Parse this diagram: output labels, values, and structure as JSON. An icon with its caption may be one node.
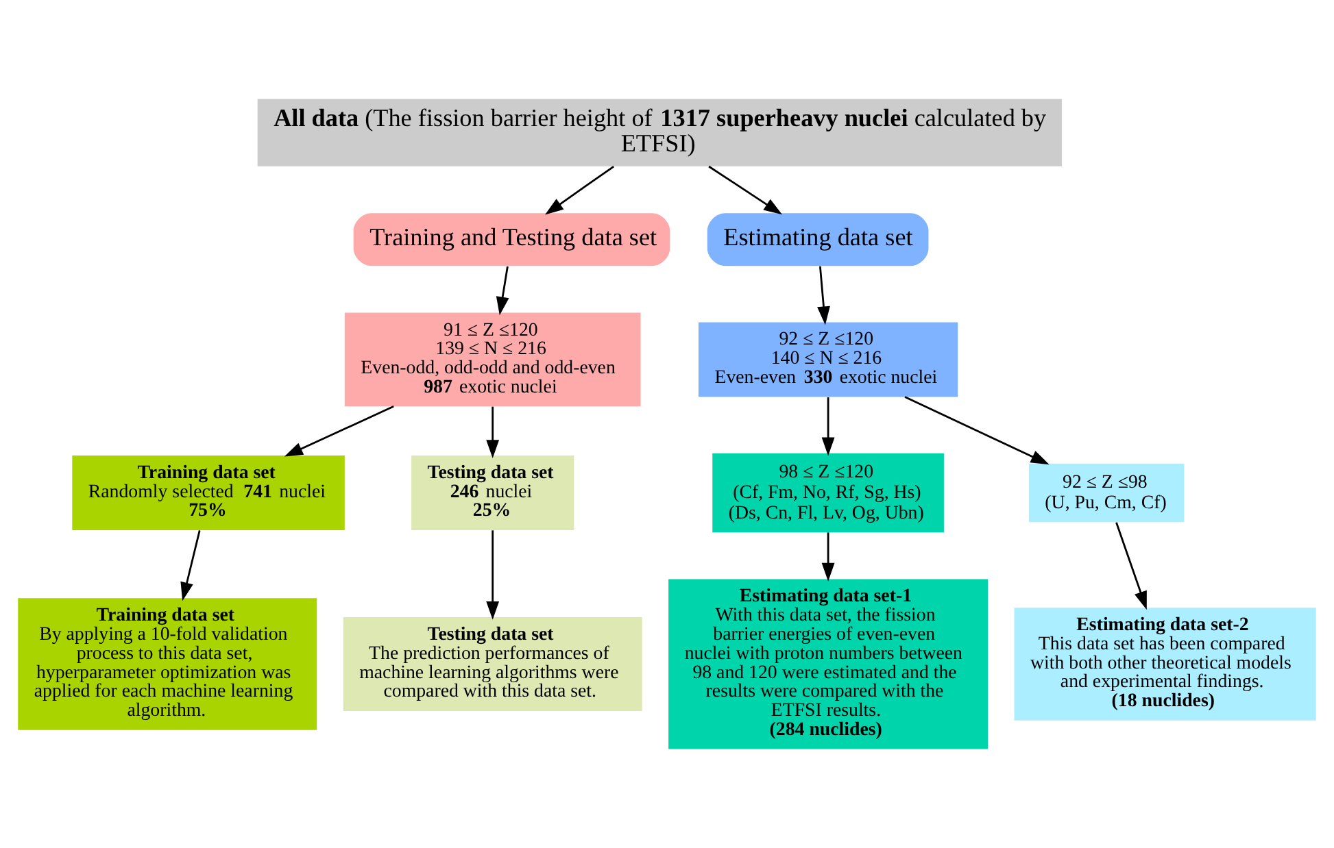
{
  "diagram": {
    "nodes": [
      {
        "text": [
          "**All data** (The fission barrier height of **1317 superheavy nuclei** calculated by ETFSI)"
        ]
      },
      {
        "text": [
          "Training and Testing data set"
        ]
      },
      {
        "text": [
          "Estimating data set"
        ]
      },
      {
        "text": [
          "91 ≤ Z ≤120",
          "139 ≤ N ≤ 216",
          "Even-odd, odd-odd and odd-even **987** exotic nuclei"
        ]
      },
      {
        "text": [
          "92 ≤ Z ≤120",
          "140 ≤ N ≤ 216",
          "Even-even **330** exotic nuclei"
        ]
      },
      {
        "text": [
          "Training data set",
          "Randomly selected **741** nuclei",
          "75%"
        ]
      },
      {
        "text": [
          "Testing data set",
          "**246** nuclei",
          "25%"
        ]
      },
      {
        "text": [
          "98 ≤ Z ≤120",
          "(Cf, Fm, No, Rf, Sg, Hs)",
          "(Ds, Cn, Fl, Lv, Og, Ubn)"
        ]
      },
      {
        "text": [
          "92 ≤ Z ≤98",
          "(U, Pu, Cm, Cf)"
        ]
      },
      {
        "text": [
          "Training data set",
          "By applying a 10-fold validation process to this data set, hyperparameter optimization was applied for each machine learning algorithm."
        ]
      },
      {
        "text": [
          "Testing data set",
          "The prediction performances of machine learning algorithms were compared with this data set."
        ]
      },
      {
        "text": [
          "Estimating data set-1",
          "With this data set, the fission barrier energies of even-even nuclei with proton numbers between 98 and 120 were estimated and the results were compared with the ETFSI results.",
          "(284 nuclides)"
        ]
      },
      {
        "text": [
          "Estimating data set-2",
          "This data set has been compared with both other theoretical models and experimental findings.",
          "(18 nuclides)"
        ]
      }
    ],
    "edges": [
      {
        "from": 0,
        "to": 1,
        "arrow": "to"
      },
      {
        "from": 0,
        "to": 2,
        "arrow": "to"
      },
      {
        "from": 1,
        "to": 3,
        "arrow": "to"
      },
      {
        "from": 2,
        "to": 4,
        "arrow": "to"
      },
      {
        "from": 3,
        "to": 5,
        "arrow": "to"
      },
      {
        "from": 3,
        "to": 6,
        "arrow": "to"
      },
      {
        "from": 4,
        "to": 7,
        "arrow": "to"
      },
      {
        "from": 4,
        "to": 8,
        "arrow": "to"
      },
      {
        "from": 5,
        "to": 9,
        "arrow": "to"
      },
      {
        "from": 6,
        "to": 10,
        "arrow": "to"
      },
      {
        "from": 7,
        "to": 11,
        "arrow": "to"
      },
      {
        "from": 8,
        "to": 12,
        "arrow": "to"
      }
    ]
  }
}
